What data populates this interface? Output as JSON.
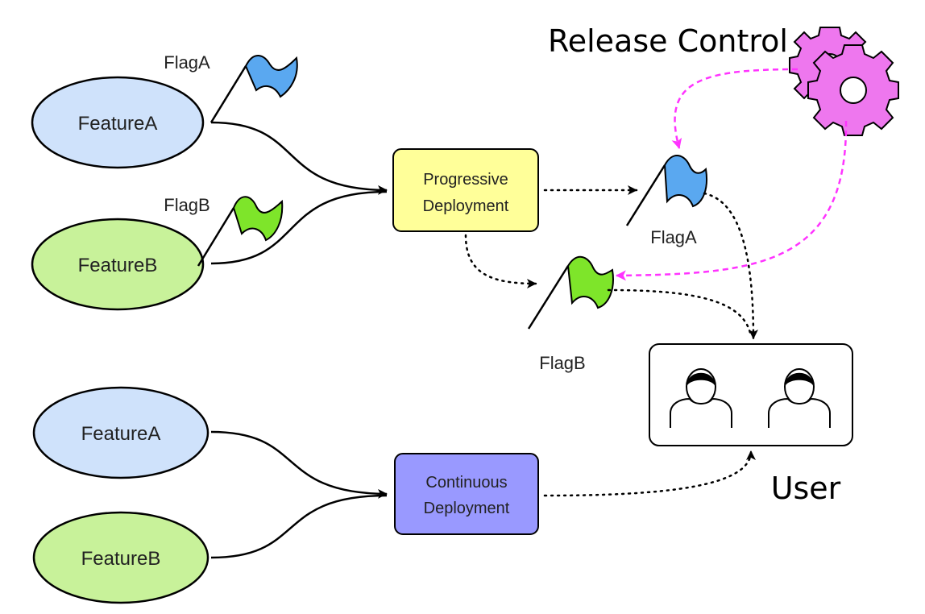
{
  "diagram": {
    "title": "Release Control",
    "top_features": {
      "feature_a": "FeatureA",
      "feature_b": "FeatureB",
      "flag_a": "FlagA",
      "flag_b": "FlagB"
    },
    "progressive": {
      "line1": "Progressive",
      "line2": "Deployment",
      "flag_a": "FlagA",
      "flag_b": "FlagB"
    },
    "bottom_features": {
      "feature_a": "FeatureA",
      "feature_b": "FeatureB"
    },
    "continuous": {
      "line1": "Continuous",
      "line2": "Deployment"
    },
    "user_label": "User",
    "colors": {
      "feature_a_fill": "#cfe2fb",
      "feature_b_fill": "#c8f29a",
      "progressive_fill": "#ffff99",
      "continuous_fill": "#9999ff",
      "flag_a": "#5aa8f0",
      "flag_b": "#7ee52a",
      "release_control_arrow": "#ff33ff",
      "gear": "#ee77ee"
    },
    "icons": [
      "gear-icon",
      "flag-icon",
      "person-icon"
    ]
  }
}
